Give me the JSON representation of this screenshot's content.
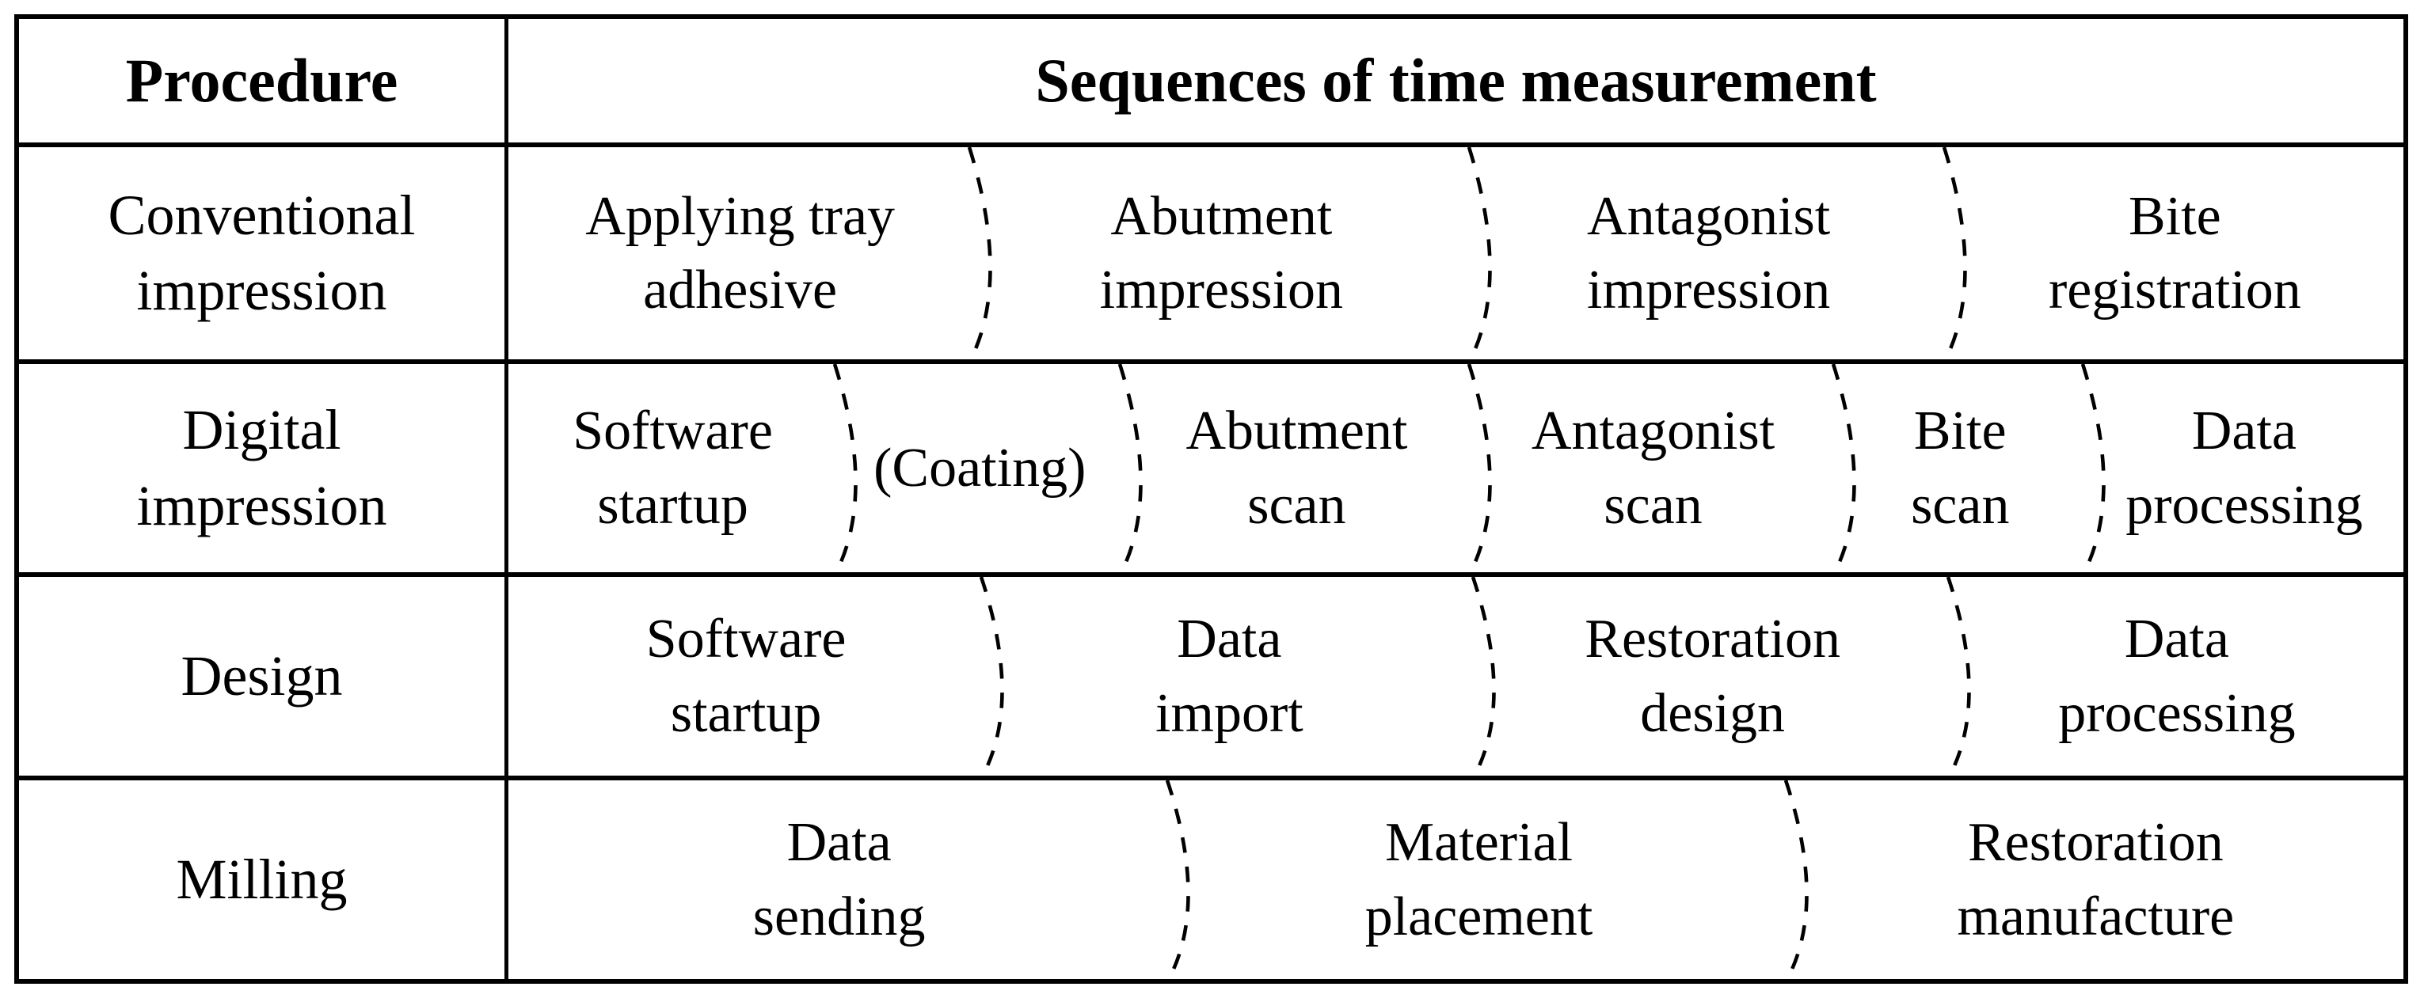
{
  "figure": {
    "header": {
      "procedure": "Procedure",
      "sequences": "Sequences of time measurement"
    },
    "rows": [
      {
        "procedure": [
          "Conventional",
          "impression"
        ],
        "steps": [
          {
            "lines": [
              "Applying tray",
              "adhesive"
            ],
            "span": 585
          },
          {
            "lines": [
              "Abutment",
              "impression"
            ],
            "span": 630
          },
          {
            "lines": [
              "Antagonist",
              "impression"
            ],
            "span": 600
          },
          {
            "lines": [
              "Bite",
              "registration"
            ],
            "span": 577
          }
        ]
      },
      {
        "procedure": [
          "Digital",
          "impression"
        ],
        "steps": [
          {
            "lines": [
              "Software",
              "startup"
            ],
            "span": 415
          },
          {
            "lines": [
              "(Coating)"
            ],
            "span": 360
          },
          {
            "lines": [
              "Abutment",
              "scan"
            ],
            "span": 440
          },
          {
            "lines": [
              "Antagonist",
              "scan"
            ],
            "span": 460
          },
          {
            "lines": [
              "Bite",
              "scan"
            ],
            "span": 315
          },
          {
            "lines": [
              "Data",
              "processing"
            ],
            "span": 402
          }
        ]
      },
      {
        "procedure": [
          "Design"
        ],
        "steps": [
          {
            "lines": [
              "Software",
              "startup"
            ],
            "span": 600
          },
          {
            "lines": [
              "Data",
              "import"
            ],
            "span": 620
          },
          {
            "lines": [
              "Restoration",
              "design"
            ],
            "span": 600
          },
          {
            "lines": [
              "Data",
              "processing"
            ],
            "span": 572
          }
        ]
      },
      {
        "procedure": [
          "Milling"
        ],
        "steps": [
          {
            "lines": [
              "Data",
              "sending"
            ],
            "span": 835
          },
          {
            "lines": [
              "Material",
              "placement"
            ],
            "span": 780
          },
          {
            "lines": [
              "Restoration",
              "manufacture"
            ],
            "span": 777
          }
        ]
      }
    ]
  }
}
